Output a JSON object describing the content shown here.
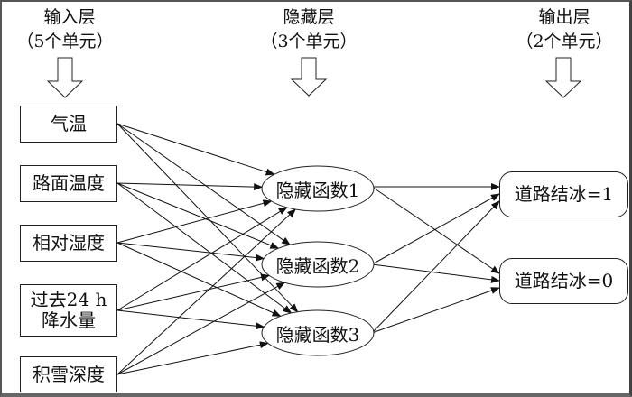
{
  "layers": {
    "input": {
      "title": "输入层",
      "subtitle": "（5个单元）"
    },
    "hidden": {
      "title": "隐藏层",
      "subtitle": "（3个单元）"
    },
    "output": {
      "title": "输出层",
      "subtitle": "（2个单元）"
    }
  },
  "input_nodes": [
    {
      "label": "气温"
    },
    {
      "label": "路面温度"
    },
    {
      "label": "相对湿度"
    },
    {
      "label_line1": "过去24 h",
      "label_line2": "降水量"
    },
    {
      "label": "积雪深度"
    }
  ],
  "hidden_nodes": [
    {
      "label": "隐藏函数1"
    },
    {
      "label": "隐藏函数2"
    },
    {
      "label": "隐藏函数3"
    }
  ],
  "output_nodes": [
    {
      "label": "道路结冰=1"
    },
    {
      "label": "道路结冰=0"
    }
  ],
  "edges": {
    "input_to_hidden": "fully-connected",
    "hidden_to_output": "fully-connected"
  }
}
